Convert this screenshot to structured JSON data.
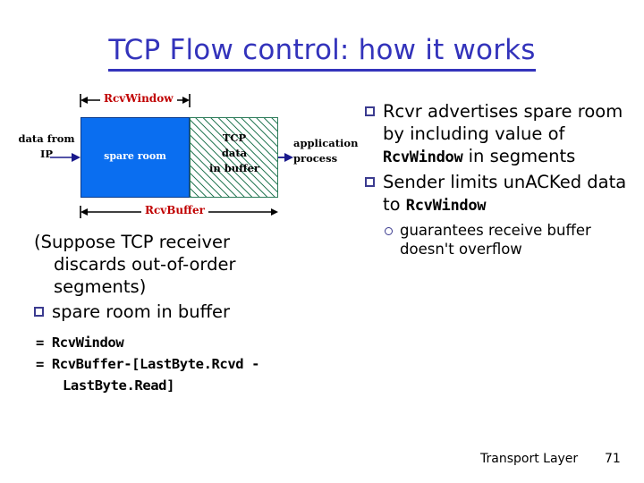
{
  "slide": {
    "title": "TCP Flow control: how it works",
    "title_color": "#3333bb"
  },
  "diagram": {
    "name": "tcp-receive-buffer-diagram",
    "top_label": "RcvWindow",
    "bottom_label": "RcvBuffer",
    "label_color": "#c00000",
    "spare_room_label": "spare room",
    "spare_room_fill": "#0a6ef0",
    "tcp_data_label_line1": "TCP",
    "tcp_data_label_line2": "data",
    "tcp_data_label_line3": "in buffer",
    "hatch_color": "#2e7d5b",
    "left_label_line1": "data from",
    "left_label_line2": "IP",
    "right_label_line1": "application",
    "right_label_line2": "process",
    "arrow_color": "#1a1a8c"
  },
  "left_column": {
    "suppose_line1": "(Suppose TCP receiver",
    "suppose_line2": "discards out-of-order",
    "suppose_line3": "segments)",
    "bullet1": "spare room in buffer",
    "equation1": "= RcvWindow",
    "equation2_line1": "= RcvBuffer-[LastByte.Rcvd -",
    "equation2_line2": "LastByte.Read]"
  },
  "right_column": {
    "bullet1_pre": "Rcvr advertises spare room by including value of ",
    "bullet1_code": "RcvWindow",
    "bullet1_post": " in segments",
    "bullet2_pre": "Sender limits unACKed data to ",
    "bullet2_code": "RcvWindow",
    "subbullet1": "guarantees receive buffer doesn't overflow"
  },
  "footer": {
    "label": "Transport Layer",
    "page": "71"
  },
  "theme": {
    "bullet_marker_color": "#3b3b8f",
    "text_color": "#000000",
    "background": "#ffffff"
  }
}
